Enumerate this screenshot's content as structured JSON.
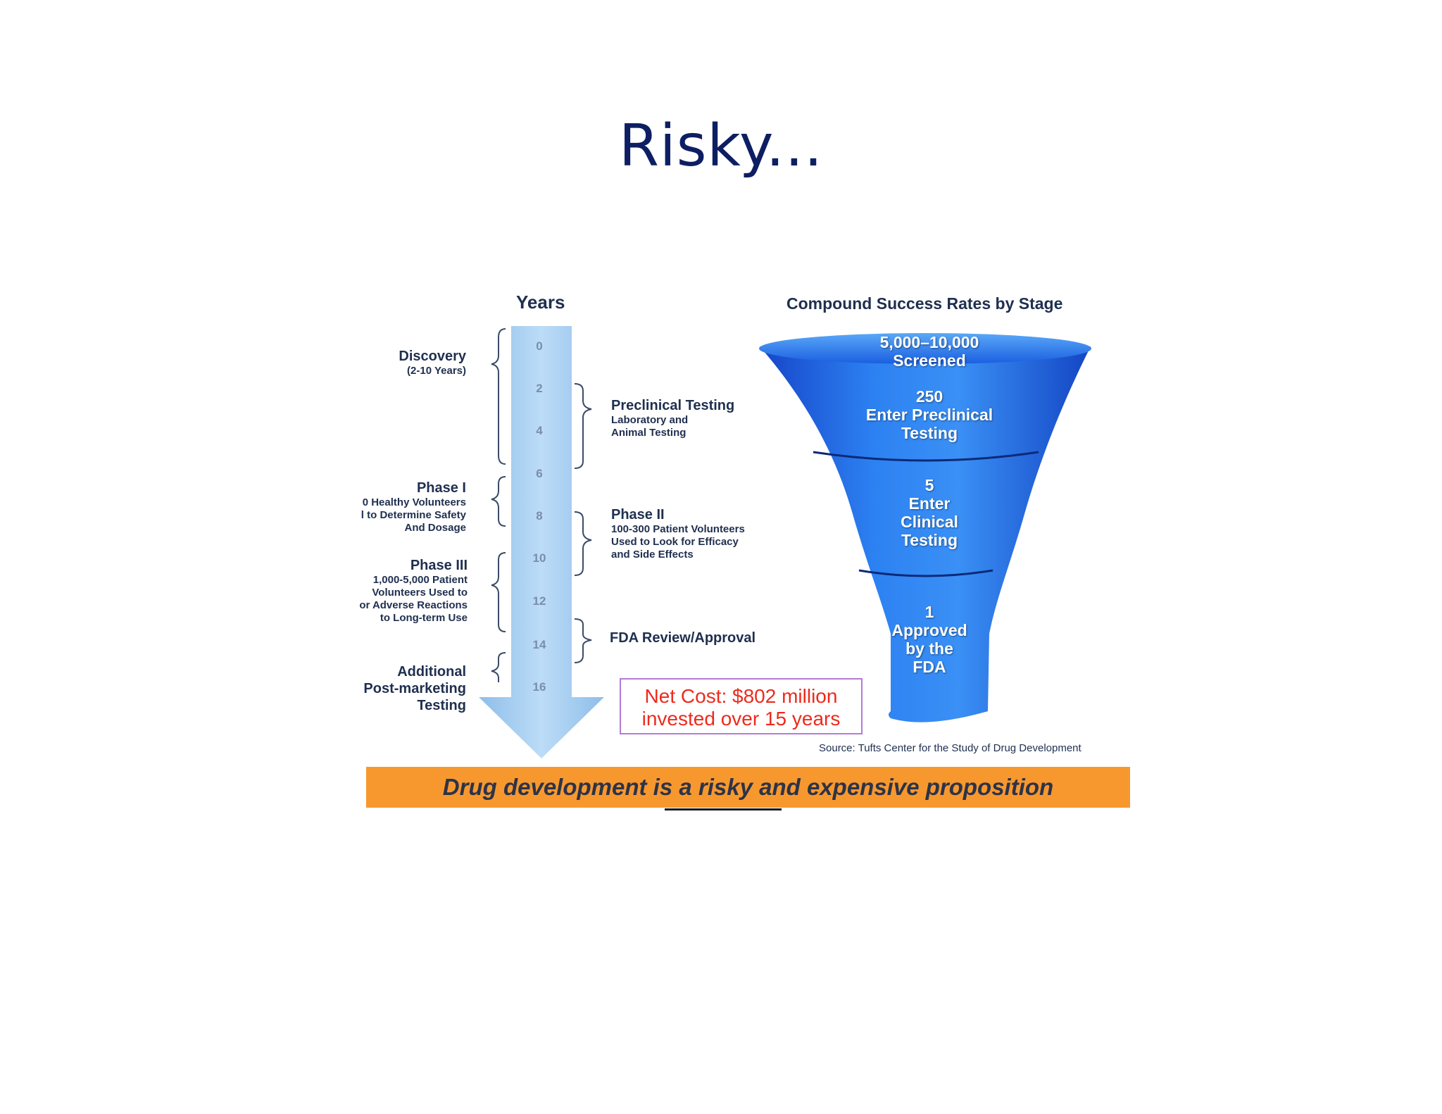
{
  "slide": {
    "title": "Risky..."
  },
  "timeline": {
    "header": "Years",
    "ticks": [
      "0",
      "2",
      "4",
      "6",
      "8",
      "10",
      "12",
      "14",
      "16"
    ],
    "left_labels": {
      "discovery": {
        "title": "Discovery",
        "sub": "(2-10 Years)"
      },
      "phase1": {
        "title": "Phase I",
        "lines": [
          "0 Healthy Volunteers",
          "l to Determine Safety",
          "And Dosage"
        ]
      },
      "phase3": {
        "title": "Phase III",
        "lines": [
          "1,000-5,000 Patient",
          "Volunteers Used to",
          "or Adverse Reactions",
          "to Long-term Use"
        ]
      },
      "postmarketing": {
        "lines": [
          "Additional",
          "Post-marketing",
          "Testing"
        ]
      }
    },
    "right_labels": {
      "preclinical": {
        "title": "Preclinical Testing",
        "lines": [
          "Laboratory and",
          "Animal Testing"
        ]
      },
      "phase2": {
        "title": "Phase II",
        "lines": [
          "100-300 Patient Volunteers",
          "Used to Look for Efficacy",
          "and Side Effects"
        ]
      },
      "fda": {
        "title": "FDA Review/Approval"
      }
    }
  },
  "funnel": {
    "header": "Compound Success Rates by Stage",
    "stages": [
      {
        "lines": [
          "5,000–10,000",
          "Screened"
        ]
      },
      {
        "lines": [
          "250",
          "Enter Preclinical",
          "Testing"
        ]
      },
      {
        "lines": [
          "5",
          "Enter",
          "Clinical",
          "Testing"
        ]
      },
      {
        "lines": [
          "1",
          "Approved",
          "by the",
          "FDA"
        ]
      }
    ]
  },
  "net_cost": {
    "line1": "Net Cost:  $802 million",
    "line2": "invested over 15 years"
  },
  "source": "Source:  Tufts Center for the Study of Drug Development",
  "banner": "Drug development is a risky and expensive proposition",
  "colors": {
    "title": "#0d1e63",
    "banner": "#f7982f",
    "arrow": "#a9cff3",
    "funnel": "#1f6fe8",
    "net_cost_text": "#ee2a1c",
    "net_cost_border": "#b27bd8"
  }
}
